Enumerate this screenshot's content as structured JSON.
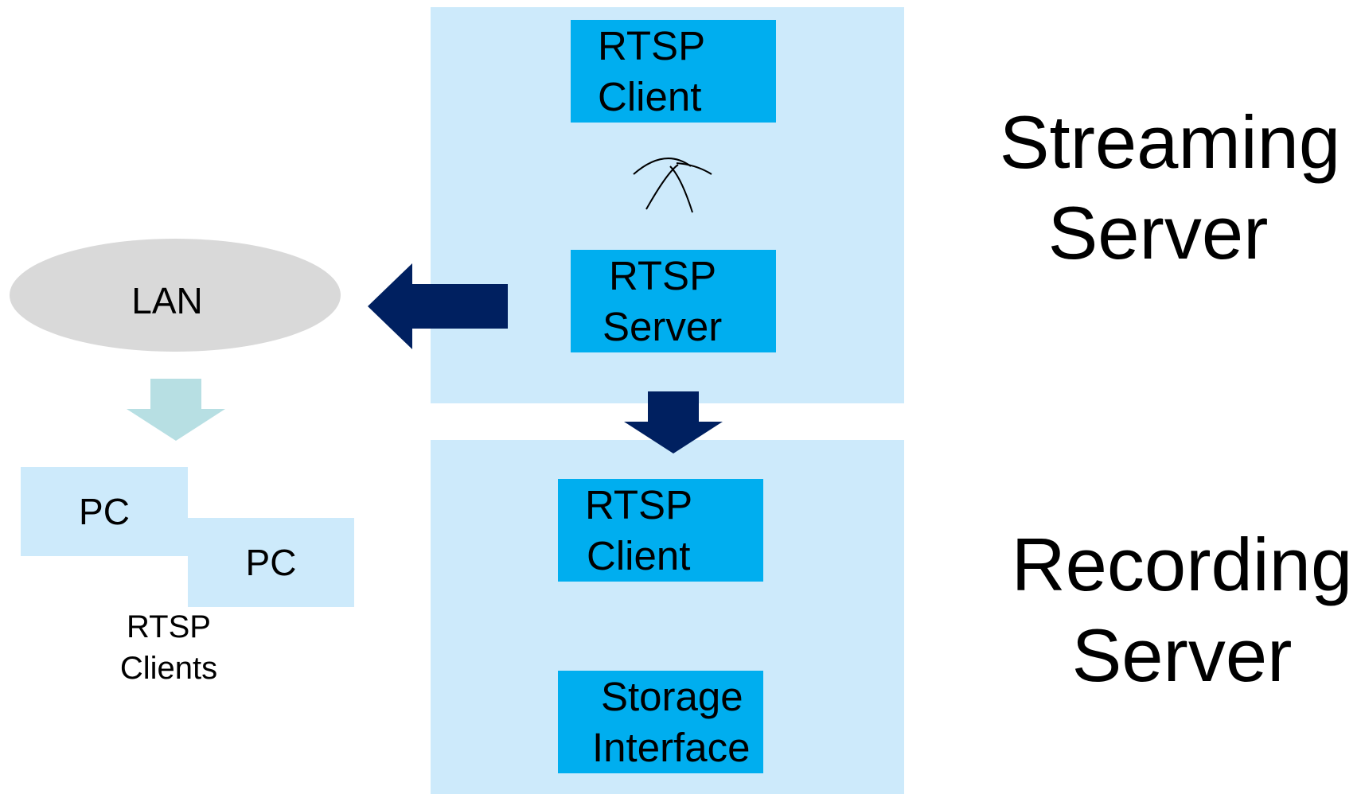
{
  "streaming": {
    "title_line1": "Streaming",
    "title_line2": "Server",
    "rtsp_client": {
      "line1": "RTSP",
      "line2": "Client"
    },
    "rtsp_server": {
      "line1": "RTSP",
      "line2": "Server"
    }
  },
  "recording": {
    "title_line1": "Recording",
    "title_line2": "Server",
    "rtsp_client": {
      "line1": "RTSP",
      "line2": "Client"
    },
    "storage": {
      "line1": "Storage",
      "line2": "Interface"
    }
  },
  "lan": {
    "label": "LAN"
  },
  "clients": {
    "pc1": "PC",
    "pc2": "PC",
    "label_line1": "RTSP",
    "label_line2": "Clients"
  },
  "colors": {
    "panel": "#cdeafb",
    "box": "#00aeef",
    "arrow_dark": "#002060",
    "arrow_light": "#b7dfe3",
    "lan": "#d9d9d9"
  }
}
